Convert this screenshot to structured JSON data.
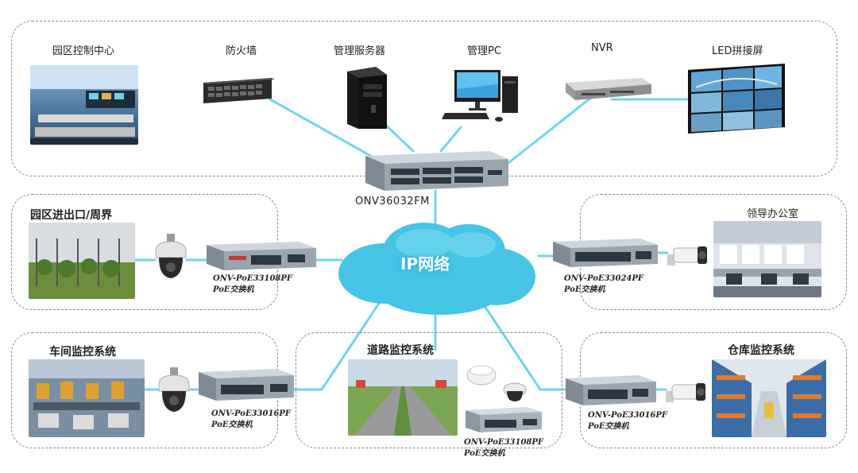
{
  "colors": {
    "link": "#6fd6ea",
    "cloud": "#45c4e6",
    "dash": "#8a8a8a"
  },
  "core": {
    "icons": {
      "control": "control-room-photo",
      "firewall": "firewall-appliance-icon",
      "server": "tower-server-icon",
      "pc": "desktop-pc-icon",
      "nvr": "rack-nvr-icon",
      "led": "led-video-wall-icon"
    },
    "labels": {
      "control": "园区控制中心",
      "firewall": "防火墙",
      "server": "管理服务器",
      "pc": "管理PC",
      "nvr": "NVR",
      "led": "LED拼接屏"
    },
    "core_switch": "ONV36032FM"
  },
  "cloud": {
    "text": "IP网络"
  },
  "zones": {
    "entrance": {
      "title": "园区进出口/周界",
      "model": "ONV-PoE33108PF",
      "type": "PoE交换机"
    },
    "office": {
      "title": "领导办公室",
      "model": "ONV-PoE33024PF",
      "type": "PoE交换机"
    },
    "workshop": {
      "title": "车间监控系统",
      "model": "ONV-PoE33016PF",
      "type": "PoE交换机"
    },
    "road": {
      "title": "道路监控系统",
      "model": "ONV-PoE33108PF",
      "type": "PoE交换机"
    },
    "warehouse": {
      "title": "仓库监控系统",
      "model": "ONV-PoE33016PF",
      "type": "PoE交换机"
    }
  }
}
